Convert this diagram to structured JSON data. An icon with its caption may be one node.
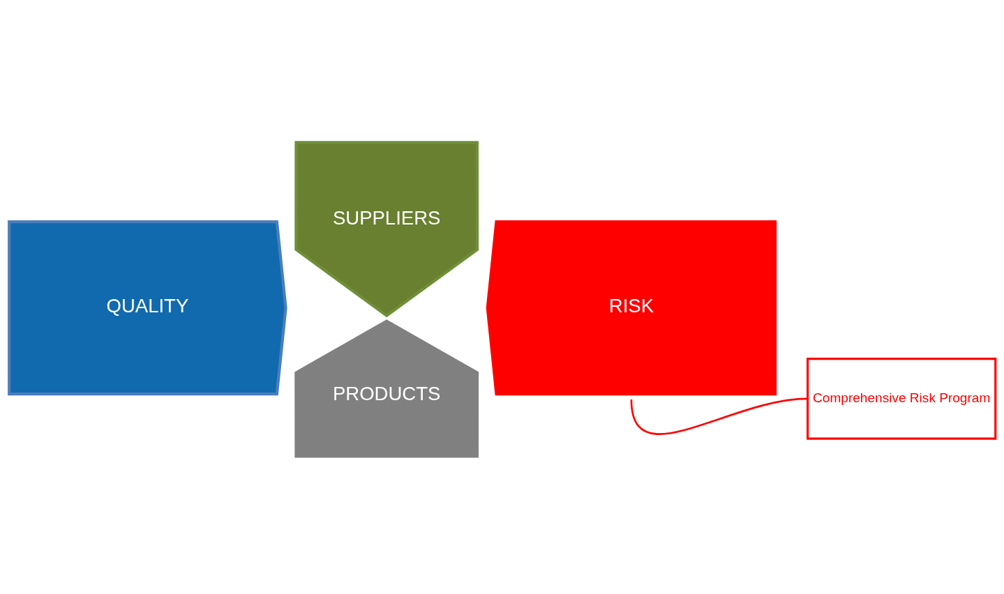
{
  "diagram": {
    "nodes": [
      {
        "text": [
          "SUPPLIERS"
        ]
      },
      {
        "text": [
          "QUALITY"
        ]
      },
      {
        "text": [
          "RISK"
        ]
      },
      {
        "text": [
          "PRODUCTS"
        ]
      },
      {
        "text": [
          "Comprehensive Risk Program"
        ]
      }
    ],
    "edges": [
      {
        "from": 2,
        "to": 4,
        "arrow": "none",
        "color": "#ff0000"
      }
    ]
  }
}
